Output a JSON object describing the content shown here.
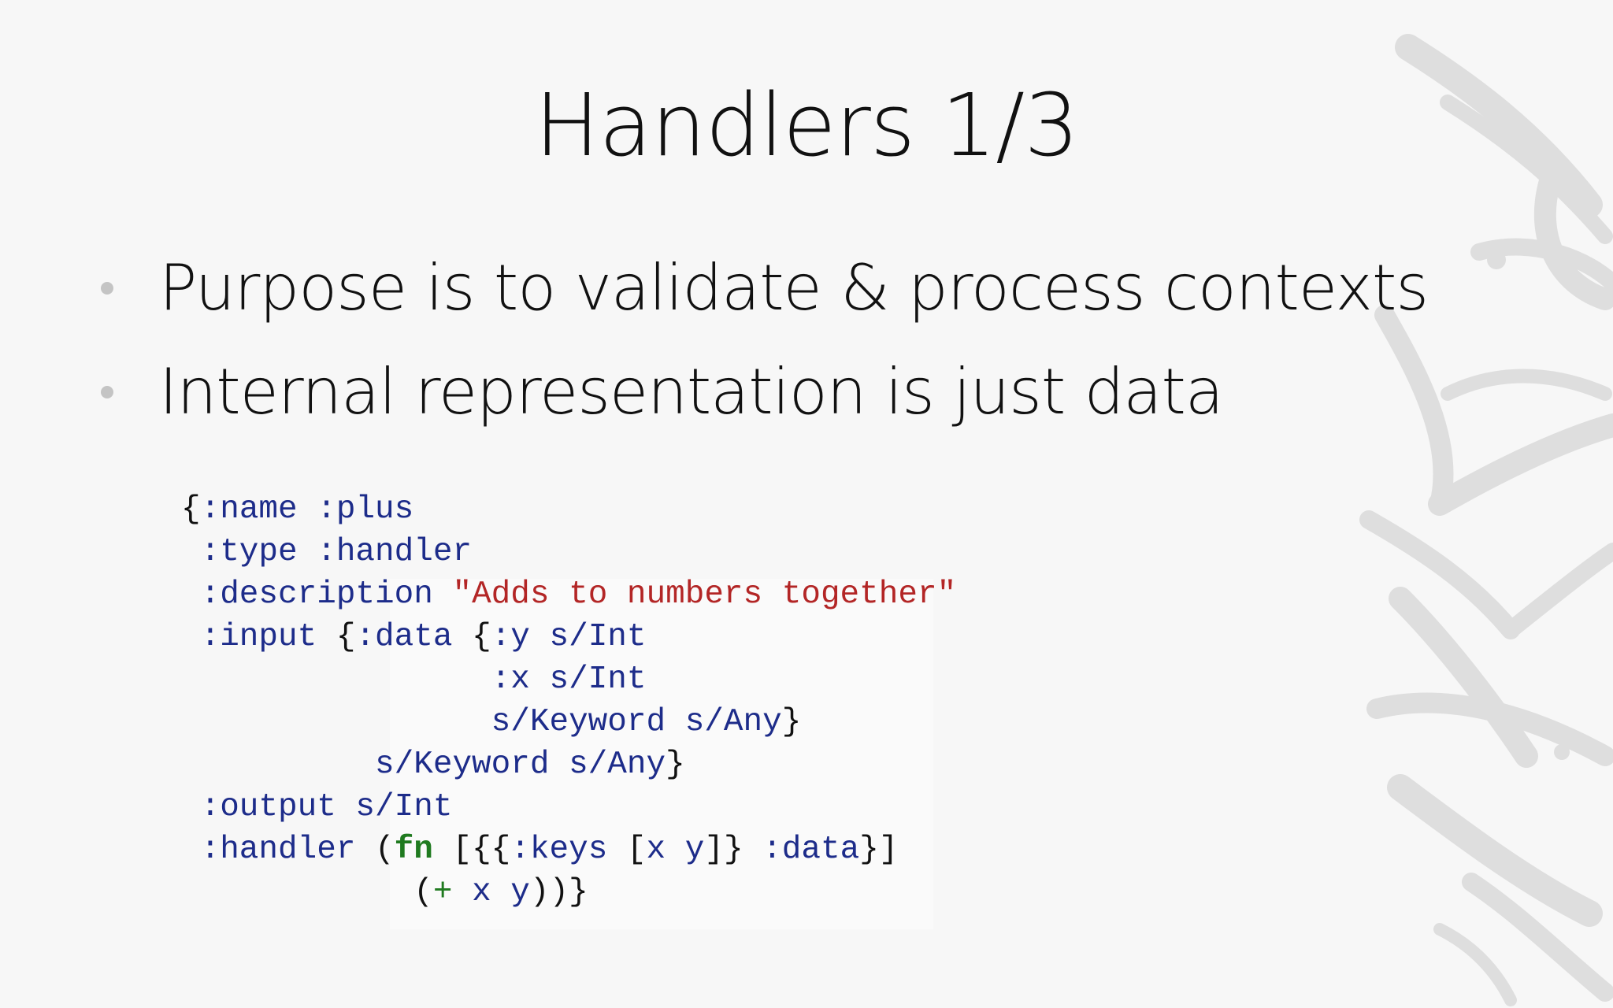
{
  "slide": {
    "title": "Handlers 1/3",
    "bullets": [
      "Purpose is to validate & process contexts",
      "Internal representation is just data"
    ]
  },
  "code": {
    "lines": [
      [
        {
          "t": "{",
          "c": "br"
        },
        {
          "t": ":name :plus",
          "c": "plain"
        }
      ],
      [
        {
          "t": " :type :handler",
          "c": "plain"
        }
      ],
      [
        {
          "t": " :description ",
          "c": "plain"
        },
        {
          "t": "\"Adds to numbers together\"",
          "c": "str"
        }
      ],
      [
        {
          "t": " :input ",
          "c": "plain"
        },
        {
          "t": "{",
          "c": "br"
        },
        {
          "t": ":data ",
          "c": "plain"
        },
        {
          "t": "{",
          "c": "br"
        },
        {
          "t": ":y s/Int",
          "c": "plain"
        }
      ],
      [
        {
          "t": "                :x s/Int",
          "c": "plain"
        }
      ],
      [
        {
          "t": "                s/Keyword s/Any",
          "c": "plain"
        },
        {
          "t": "}",
          "c": "br"
        }
      ],
      [
        {
          "t": "          s/Keyword s/Any",
          "c": "plain"
        },
        {
          "t": "}",
          "c": "br"
        }
      ],
      [
        {
          "t": " :output s/Int",
          "c": "plain"
        }
      ],
      [
        {
          "t": " :handler ",
          "c": "plain"
        },
        {
          "t": "(",
          "c": "br"
        },
        {
          "t": "fn",
          "c": "kw"
        },
        {
          "t": " [{{",
          "c": "br"
        },
        {
          "t": ":keys ",
          "c": "plain"
        },
        {
          "t": "[",
          "c": "br"
        },
        {
          "t": "x y",
          "c": "plain"
        },
        {
          "t": "]}",
          "c": "br"
        },
        {
          "t": " :data",
          "c": "plain"
        },
        {
          "t": "}]",
          "c": "br"
        }
      ],
      [
        {
          "t": "            (",
          "c": "br"
        },
        {
          "t": "+",
          "c": "op"
        },
        {
          "t": " x y",
          "c": "plain"
        },
        {
          "t": "))}",
          "c": "br"
        }
      ]
    ]
  },
  "colors": {
    "background": "#f7f7f7",
    "code_keyword": "#1d2c8a",
    "code_string": "#b32626",
    "code_fn": "#1f7a1f",
    "watermark": "#dcdcdc"
  }
}
